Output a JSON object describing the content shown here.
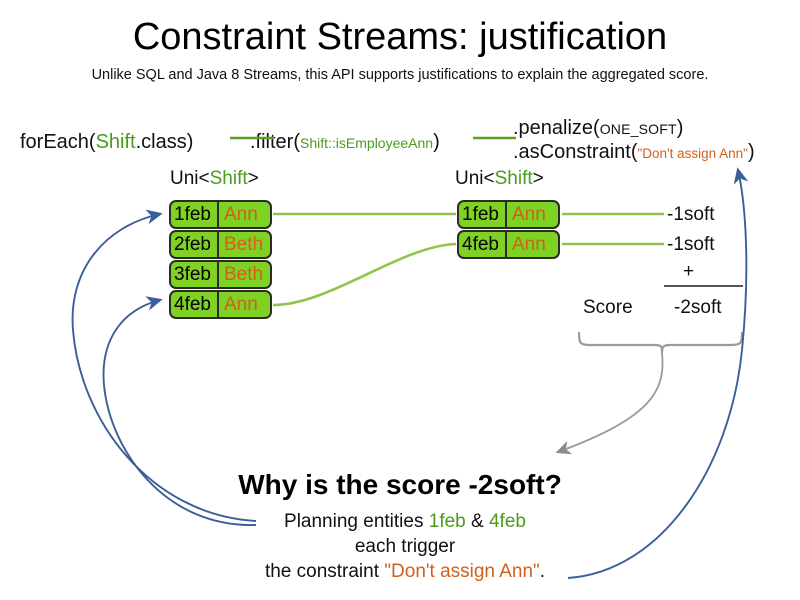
{
  "header": {
    "title": "Constraint Streams: justification",
    "subtitle": "Unlike SQL and Java 8 Streams, this API supports justifications to explain the aggregated score."
  },
  "colors": {
    "class_green": "#4a9c1c",
    "constraint_orange": "#d2601a",
    "box_green": "#7fd124",
    "box_border": "#2b2b2b",
    "arrow_blue": "#3a5f96",
    "arrow_gray": "#888888",
    "stream_green": "#8fc64a"
  },
  "pipeline": {
    "foreach": {
      "call": "forEach(",
      "type": "Shift",
      "tail": ".class)"
    },
    "filter": {
      "call": ".filter(",
      "arg": "Shift::isEmployeeAnn",
      "tail": ")"
    },
    "penalize": {
      "call": ".penalize(",
      "arg": "ONE_SOFT",
      "tail": ")"
    },
    "as_constraint": {
      "call": ".asConstraint(",
      "arg": "\"Don't assign Ann\"",
      "tail": ")"
    }
  },
  "streams": {
    "left": {
      "type_label_prefix": "Uni<",
      "type_label_class": "Shift",
      "type_label_suffix": ">",
      "rows": [
        {
          "date": "1feb",
          "name": "Ann"
        },
        {
          "date": "2feb",
          "name": "Beth"
        },
        {
          "date": "3feb",
          "name": "Beth"
        },
        {
          "date": "4feb",
          "name": "Ann"
        }
      ]
    },
    "right": {
      "type_label_prefix": "Uni<",
      "type_label_class": "Shift",
      "type_label_suffix": ">",
      "rows": [
        {
          "date": "1feb",
          "name": "Ann"
        },
        {
          "date": "4feb",
          "name": "Ann"
        }
      ]
    }
  },
  "score": {
    "impacts": [
      "-1soft",
      "-1soft"
    ],
    "operator": "+",
    "label": "Score",
    "total": "-2soft"
  },
  "explanation": {
    "question": "Why is the score -2soft?",
    "line1_prefix": "Planning entities ",
    "line1_entity_a": "1feb",
    "line1_amp": " & ",
    "line1_entity_b": "4feb",
    "line2": "each trigger",
    "line3_prefix": "the constraint ",
    "line3_constraint": "\"Don't assign Ann\"",
    "line3_suffix": "."
  }
}
